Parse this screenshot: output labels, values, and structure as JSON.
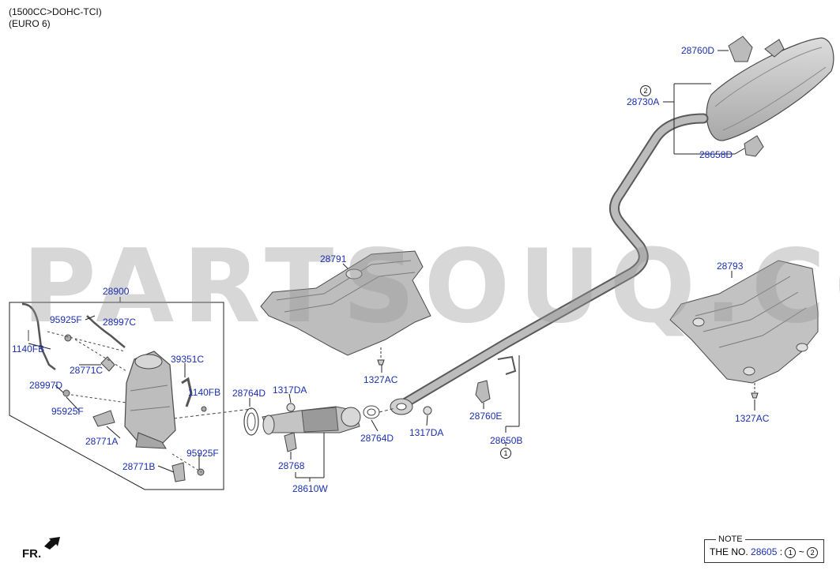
{
  "header": {
    "line1": "(1500CC>DOHC-TCI)",
    "line2": "(EURO 6)"
  },
  "watermark": "PARTSOUQ.COM",
  "parts": {
    "p28760D_top": "28760D",
    "p28730A": "28730A",
    "p28658D": "28658D",
    "p28791": "28791",
    "p1327AC_mid": "1327AC",
    "p28793": "28793",
    "p1327AC_right": "1327AC",
    "p28900": "28900",
    "p95925F_top": "95925F",
    "p28997C": "28997C",
    "p1140FB_left": "1140FB",
    "p28771C": "28771C",
    "p28997D": "28997D",
    "p95925F_mid": "95925F",
    "p28771A": "28771A",
    "p28771B": "28771B",
    "p95925F_bottom": "95925F",
    "p39351C": "39351C",
    "p1140FB_right": "1140FB",
    "p28764D_top": "28764D",
    "p1317DA_top": "1317DA",
    "p28768": "28768",
    "p28610W": "28610W",
    "p28764D_bottom": "28764D",
    "p1317DA_bottom": "1317DA",
    "p28760E": "28760E",
    "p28650B": "28650B"
  },
  "markers": {
    "m1": "1",
    "m2": "2"
  },
  "note": {
    "title": "NOTE",
    "prefix": "THE NO.",
    "part": "28605",
    "sep": ":",
    "from": "1",
    "tilde": "~",
    "to": "2"
  },
  "fr": "FR.",
  "colors": {
    "label_blue": "#1a2fb0",
    "part_fill": "#c6c6c6",
    "part_stroke": "#4a4a4a"
  }
}
